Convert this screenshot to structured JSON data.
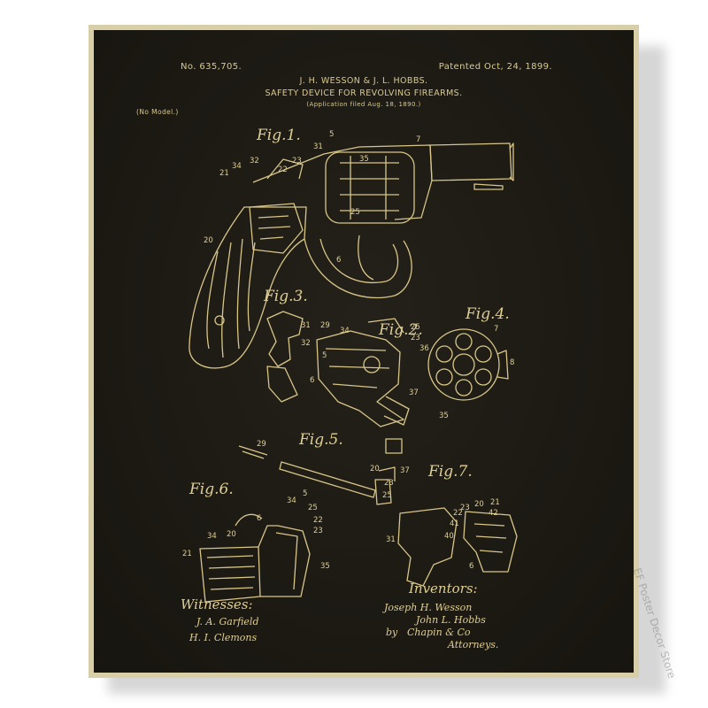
{
  "patent": {
    "number": "No. 635,705.",
    "date": "Patented Oct, 24, 1899.",
    "inventors": "J. H. WESSON & J. L. HOBBS.",
    "title": "SAFETY DEVICE FOR REVOLVING FIREARMS.",
    "application": "(Application filed Aug. 18, 1890.)",
    "model": "(No Model.)"
  },
  "figures": {
    "fig1": "Fig.1.",
    "fig2": "Fig.2.",
    "fig3": "Fig.3.",
    "fig4": "Fig.4.",
    "fig5": "Fig.5.",
    "fig6": "Fig.6.",
    "fig7": "Fig.7."
  },
  "signatures": {
    "witnesses_label": "Witnesses:",
    "witness1": "J. A. Garfield",
    "witness2": "H. I. Clemons",
    "inventors_label": "Inventors:",
    "inventor1": "Joseph H. Wesson",
    "inventor2": "John L. Hobbs",
    "by": "by",
    "attorney": "Chapin & Co",
    "attorneys_label": "Attorneys."
  },
  "watermark": "EF Poster Decor Store",
  "colors": {
    "ink": "#e0cf92",
    "paper": "#1c1a12",
    "frame": "#d8cfa8"
  }
}
